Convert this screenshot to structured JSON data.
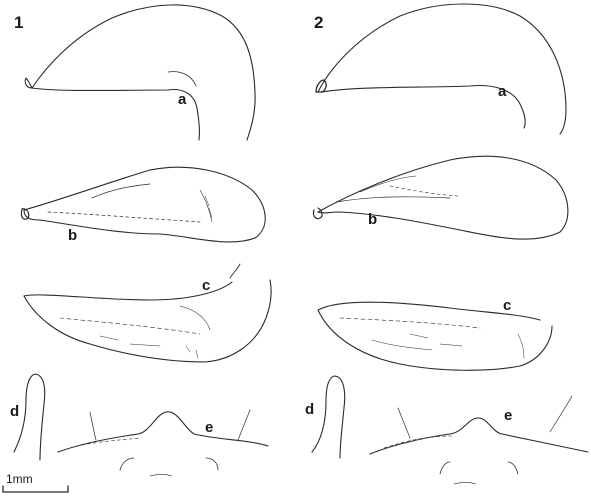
{
  "figure": {
    "panels": [
      "1",
      "2"
    ],
    "labels": {
      "a": "a",
      "b": "b",
      "c": "c",
      "d": "d",
      "e": "e"
    },
    "scale_bar": "1mm"
  }
}
